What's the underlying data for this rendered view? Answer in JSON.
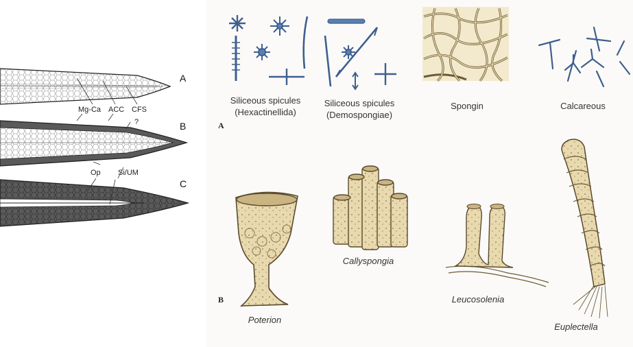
{
  "left_diagram": {
    "rows": [
      "A",
      "B",
      "C"
    ],
    "labels": {
      "mg_ca": "Mg-Ca",
      "acc": "ACC",
      "cfs": "CFS",
      "question": "?",
      "op": "Op",
      "si_um": "Si/UM"
    }
  },
  "right_figure": {
    "panel_a_letter": "A",
    "panel_b_letter": "B",
    "spicule_captions": [
      {
        "line1": "Siliceous spicules",
        "line2": "(Hexactinellida)"
      },
      {
        "line1": "Siliceous spicules",
        "line2": "(Demospongiae)"
      },
      {
        "line1": "Spongin",
        "line2": ""
      },
      {
        "line1": "Calcareous",
        "line2": ""
      }
    ],
    "sponge_names": [
      "Poterion",
      "Callyspongia",
      "Leucosolenia",
      "Euplectella"
    ]
  },
  "colors": {
    "spicule_blue": "#5b7fb0",
    "sponge_tan": "#e8d9ae",
    "sponge_outline": "#5a4a2e",
    "dark_layer": "#5a5a5a"
  }
}
